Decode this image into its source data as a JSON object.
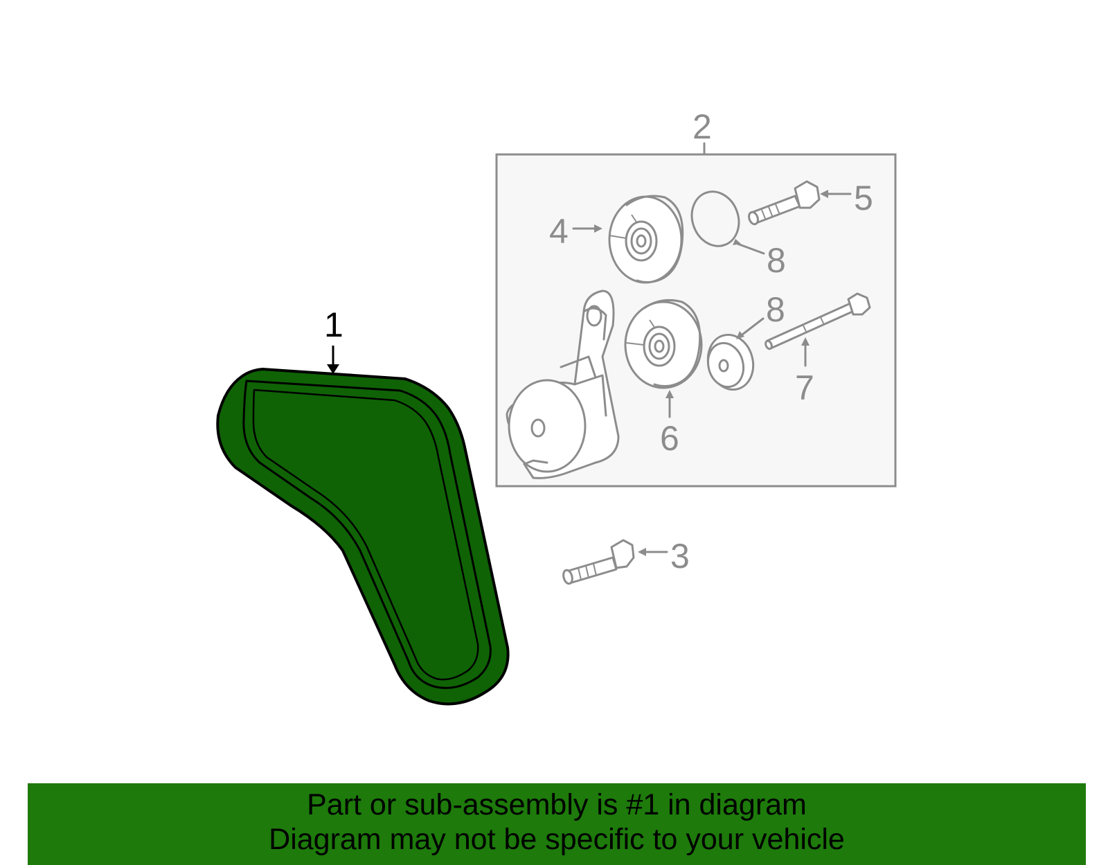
{
  "diagram": {
    "callouts": {
      "c1": "1",
      "c2": "2",
      "c3": "3",
      "c4": "4",
      "c5": "5",
      "c6": "6",
      "c7": "7",
      "c8a": "8",
      "c8b": "8"
    },
    "colors": {
      "highlight_fill": "#0f6305",
      "line_gray": "#8c8c8c",
      "box_fill": "#f7f7f7"
    }
  },
  "banner": {
    "line1": "Part or sub-assembly is #1 in diagram",
    "line2": "Diagram may not be specific to your vehicle",
    "color": "#1d7a0b"
  }
}
